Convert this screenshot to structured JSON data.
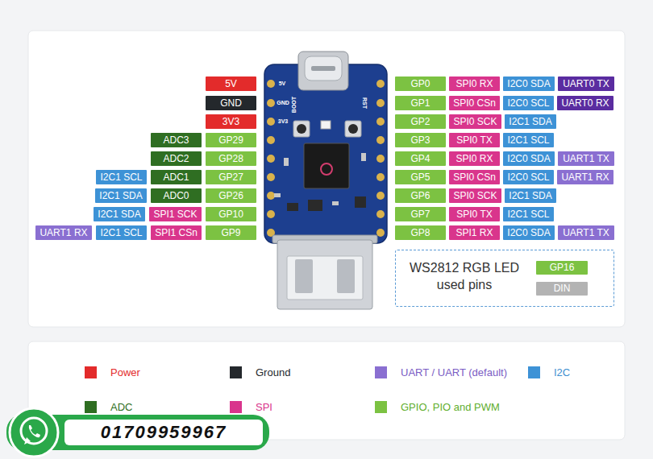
{
  "diagram": {
    "nodes": [
      {
        "text": [
          "5V"
        ]
      },
      {
        "text": [
          "GND"
        ]
      },
      {
        "text": [
          "3V3"
        ]
      },
      {
        "text": [
          "ADC3"
        ]
      },
      {
        "text": [
          "GP29"
        ]
      },
      {
        "text": [
          "ADC2"
        ]
      },
      {
        "text": [
          "GP28"
        ]
      },
      {
        "text": [
          "I2C1 SCL"
        ]
      },
      {
        "text": [
          "ADC1"
        ]
      },
      {
        "text": [
          "GP27"
        ]
      },
      {
        "text": [
          "I2C1 SDA"
        ]
      },
      {
        "text": [
          "ADC0"
        ]
      },
      {
        "text": [
          "GP26"
        ]
      },
      {
        "text": [
          "I2C1 SDA"
        ]
      },
      {
        "text": [
          "SPI1 SCK"
        ]
      },
      {
        "text": [
          "GP10"
        ]
      },
      {
        "text": [
          "UART1 RX"
        ]
      },
      {
        "text": [
          "I2C1 SCL"
        ]
      },
      {
        "text": [
          "SPI1 CSn"
        ]
      },
      {
        "text": [
          "GP9"
        ]
      },
      {
        "text": [
          "GP0"
        ]
      },
      {
        "text": [
          "SPI0 RX"
        ]
      },
      {
        "text": [
          "I2C0 SDA"
        ]
      },
      {
        "text": [
          "UART0 TX"
        ]
      },
      {
        "text": [
          "GP1"
        ]
      },
      {
        "text": [
          "SPI0 CSn"
        ]
      },
      {
        "text": [
          "I2C0 SCL"
        ]
      },
      {
        "text": [
          "UART0 RX"
        ]
      },
      {
        "text": [
          "GP2"
        ]
      },
      {
        "text": [
          "SPI0 SCK"
        ]
      },
      {
        "text": [
          "I2C1 SDA"
        ]
      },
      {
        "text": [
          "GP3"
        ]
      },
      {
        "text": [
          "SPI0 TX"
        ]
      },
      {
        "text": [
          "I2C1 SCL"
        ]
      },
      {
        "text": [
          "GP4"
        ]
      },
      {
        "text": [
          "SPI0 RX"
        ]
      },
      {
        "text": [
          "I2C0 SDA"
        ]
      },
      {
        "text": [
          "UART1 TX"
        ]
      },
      {
        "text": [
          "GP5"
        ]
      },
      {
        "text": [
          "SPI0 CSn"
        ]
      },
      {
        "text": [
          "I2C0 SCL"
        ]
      },
      {
        "text": [
          "UART1 RX"
        ]
      },
      {
        "text": [
          "GP6"
        ]
      },
      {
        "text": [
          "SPI0 SCK"
        ]
      },
      {
        "text": [
          "I2C1 SDA"
        ]
      },
      {
        "text": [
          "GP7"
        ]
      },
      {
        "text": [
          "SPI0 TX"
        ]
      },
      {
        "text": [
          "I2C1 SCL"
        ]
      },
      {
        "text": [
          "GP8"
        ]
      },
      {
        "text": [
          "SPI1 RX"
        ]
      },
      {
        "text": [
          "I2C0 SDA"
        ]
      },
      {
        "text": [
          "UART1 TX"
        ]
      },
      {
        "text": [
          "WS2812 RGB LED used pins"
        ]
      },
      {
        "text": [
          "GP16"
        ],
        "in": 52
      },
      {
        "text": [
          "DIN"
        ],
        "in": 52
      }
    ],
    "labels": [
      "5V",
      "GND",
      "3V3",
      "BOOT",
      "RST",
      "01709959967"
    ],
    "legend": [
      {
        "text": "Power",
        "color": "#e32b2b"
      },
      {
        "text": "Ground",
        "color": "#24282c"
      },
      {
        "text": "UART / UART (default)",
        "color": "#8a6fd1"
      },
      {
        "text": "I2C",
        "color": "#3d92d6"
      },
      {
        "text": "ADC",
        "color": "#2f6e22"
      },
      {
        "text": "SPI",
        "color": "#d9358c"
      },
      {
        "text": "GPIO, PIO and PWM",
        "color": "#7cc242"
      }
    ]
  }
}
